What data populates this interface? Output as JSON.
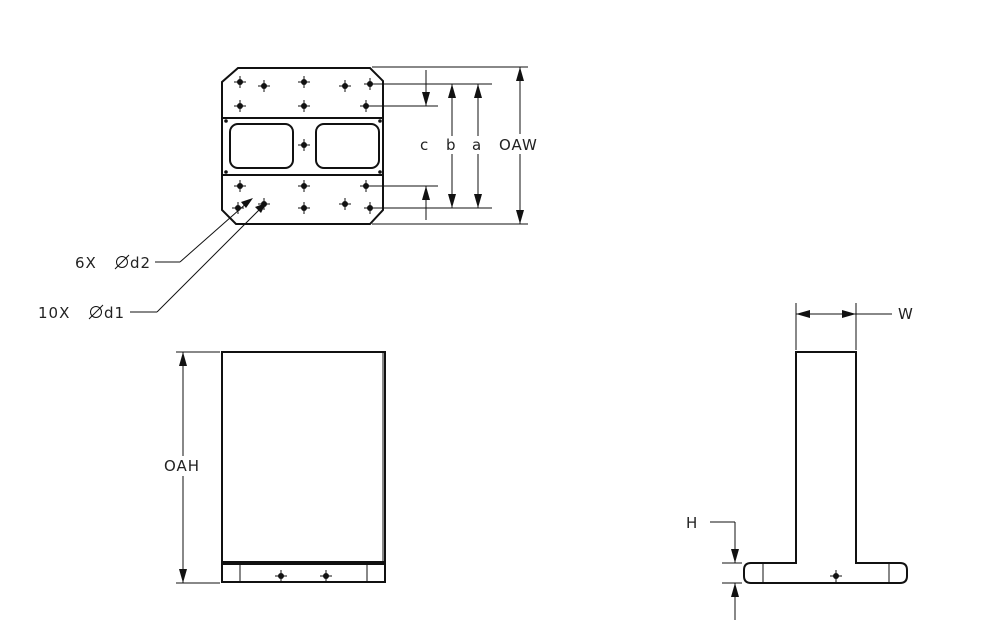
{
  "labels": {
    "c": "c",
    "b": "b",
    "a": "a",
    "oaw": "OAW",
    "hole_count_d2": "6X",
    "hole_d2": "d2",
    "hole_count_d1": "10X",
    "hole_d1": "d1",
    "oah": "OAH",
    "w": "W",
    "h": "H"
  }
}
